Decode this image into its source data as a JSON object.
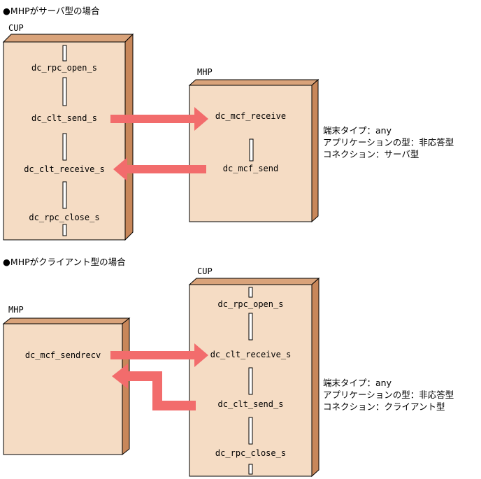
{
  "scenario_server": {
    "heading": "●MHPがサーバ型の場合",
    "cup_label": "CUP",
    "mhp_label": "MHP",
    "cup_calls": [
      "dc_rpc_open_s",
      "dc_clt_send_s",
      "dc_clt_receive_s",
      "dc_rpc_close_s"
    ],
    "mhp_calls": [
      "dc_mcf_receive",
      "dc_mcf_send"
    ],
    "notes": [
      "端末タイプ：any",
      "アプリケーションの型：非応答型",
      "コネクション：サーバ型"
    ]
  },
  "scenario_client": {
    "heading": "●MHPがクライアント型の場合",
    "mhp_label": "MHP",
    "cup_label": "CUP",
    "mhp_calls": [
      "dc_mcf_sendrecv"
    ],
    "cup_calls": [
      "dc_rpc_open_s",
      "dc_clt_receive_s",
      "dc_clt_send_s",
      "dc_rpc_close_s"
    ],
    "notes": [
      "端末タイプ：any",
      "アプリケーションの型：非応答型",
      "コネクション：クライアント型"
    ]
  },
  "colors": {
    "box_face": "#f5dcc4",
    "box_side": "#c8875a",
    "arrow": "#f26c6c"
  }
}
